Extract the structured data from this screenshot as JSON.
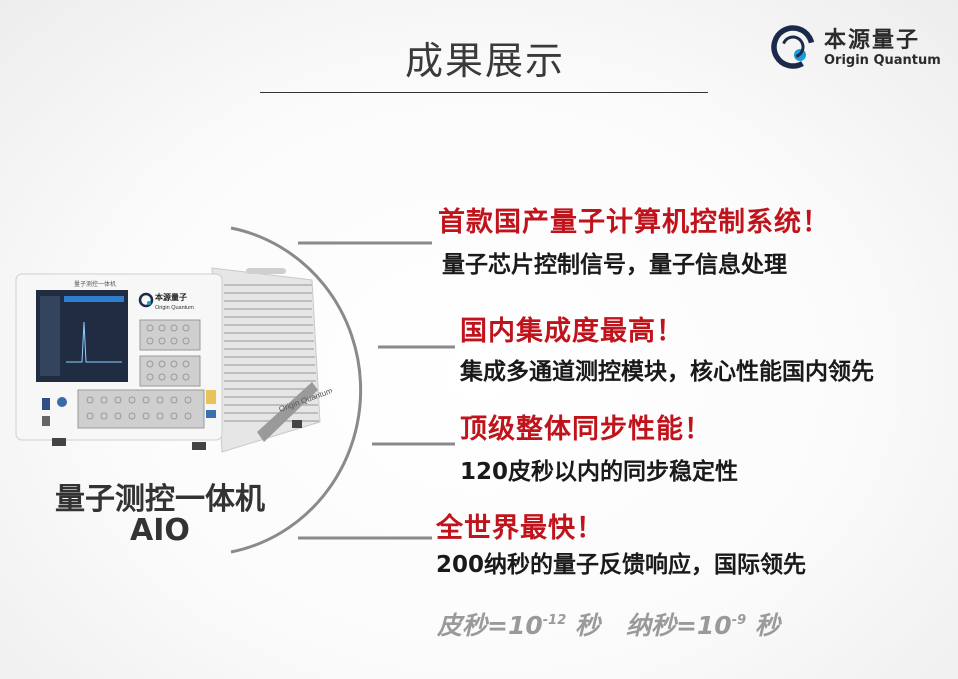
{
  "slide": {
    "title": "成果展示"
  },
  "logo": {
    "cn": "本源量子",
    "en": "Origin Quantum"
  },
  "device": {
    "label_line1": "量子测控一体机",
    "label_line2": "AIO",
    "panel_brand_cn": "本源量子",
    "panel_brand_en": "Origin Quantum",
    "top_label": "量子测控一体机",
    "side_label": "Origin Quantum"
  },
  "points": [
    {
      "headline": "首款国产量子计算机控制系统！",
      "detail": "量子芯片控制信号，量子信息处理"
    },
    {
      "headline": "国内集成度最高！",
      "detail": "集成多通道测控模块，核心性能国内领先"
    },
    {
      "headline": "顶级整体同步性能！",
      "detail": "120皮秒以内的同步稳定性"
    },
    {
      "headline": "全世界最快！",
      "detail": "200纳秒的量子反馈响应，国际领先"
    }
  ],
  "footnote": {
    "ps_text": "皮秒=10",
    "ps_exp": "-12",
    "ps_unit": " 秒",
    "ns_text": "纳秒=10",
    "ns_exp": "-9",
    "ns_unit": " 秒"
  },
  "colors": {
    "headline": "#c0141c",
    "detail": "#1a1a1a",
    "footnote": "#9a9a9a",
    "title": "#3a3a3a"
  }
}
